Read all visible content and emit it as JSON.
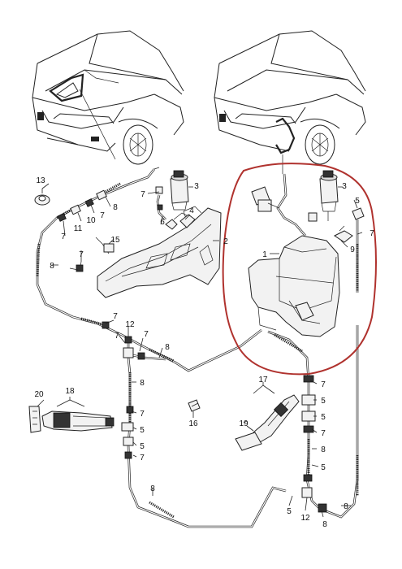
{
  "accent_color": "#b0322e",
  "callouts": {
    "c1": "1",
    "c2": "2",
    "c3a": "3",
    "c3b": "3",
    "c4": "4",
    "c5a": "5",
    "c5b": "5",
    "c5c": "5",
    "c5d": "5",
    "c5e": "5",
    "c5f": "5",
    "c5g": "5",
    "c6": "6",
    "c7a": "7",
    "c7b": "7",
    "c7c": "7",
    "c7d": "7",
    "c7e": "7",
    "c7f": "7",
    "c7g": "7",
    "c7h": "7",
    "c7i": "7",
    "c7j": "7",
    "c7k": "7",
    "c7l": "7",
    "c8a": "8",
    "c8b": "8",
    "c8c": "8",
    "c8d": "8",
    "c8e": "8",
    "c8f": "8",
    "c8g": "8",
    "c8h": "8",
    "c9": "9",
    "c10": "10",
    "c11": "11",
    "c12a": "12",
    "c12b": "12",
    "c13": "13",
    "c15": "15",
    "c16": "16",
    "c17": "17",
    "c18": "18",
    "c19": "19",
    "c20": "20"
  }
}
